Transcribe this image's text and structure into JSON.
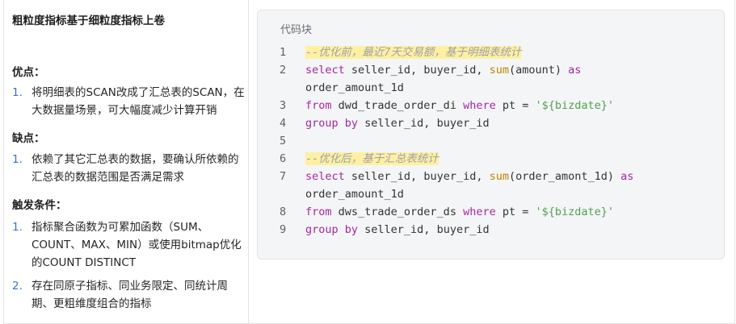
{
  "left": {
    "title": "粗粒度指标基于细粒度指标上卷",
    "pros_heading": "优点：",
    "pros": [
      {
        "num": "1.",
        "text": "将明细表的SCAN改成了汇总表的SCAN，在大数据量场景，可大幅度减少计算开销"
      }
    ],
    "cons_heading": "缺点：",
    "cons": [
      {
        "num": "1.",
        "text": "依赖了其它汇总表的数据，要确认所依赖的汇总表的数据范围是否满足需求"
      }
    ],
    "trigger_heading": "触发条件：",
    "triggers": [
      {
        "num": "1.",
        "text": "指标聚合函数为可累加函数（SUM、COUNT、MAX、MIN）或使用bitmap优化的COUNT DISTINCT"
      },
      {
        "num": "2.",
        "text": "存在同原子指标、同业务限定、同统计周期、更粗维度组合的指标"
      }
    ]
  },
  "code_block": {
    "label": "代码块",
    "line_numbers": [
      "1",
      "2",
      "",
      "3",
      "4",
      "5",
      "6",
      "7",
      "",
      "8",
      "9"
    ],
    "lines": {
      "l1_comment": "--优化前，最近7天交易额，基于明细表统计",
      "l2_kw1": "select",
      "l2_t1": " seller_id, buyer_id, ",
      "l2_fn": "sum",
      "l2_t2": "(amount) ",
      "l2_kw2": "as",
      "l2b_t": "order_amount_1d",
      "l3_kw1": "from",
      "l3_t1": " dwd_trade_order_di ",
      "l3_kw2": "where",
      "l3_t2": " pt = ",
      "l3_str": "'${bizdate}'",
      "l4_kw": "group by",
      "l4_t": " seller_id, buyer_id",
      "l6_comment": "--优化后，基于汇总表统计",
      "l7_kw1": "select",
      "l7_t1": " seller_id, buyer_id, ",
      "l7_fn": "sum",
      "l7_t2": "(order_amont_1d) ",
      "l7_kw2": "as",
      "l7b_t": "order_amount_1d",
      "l8_kw1": "from",
      "l8_t1": " dws_trade_order_ds ",
      "l8_kw2": "where",
      "l8_t2": " pt = ",
      "l8_str": "'${bizdate}'",
      "l9_kw": "group by",
      "l9_t": " seller_id, buyer_id"
    }
  }
}
